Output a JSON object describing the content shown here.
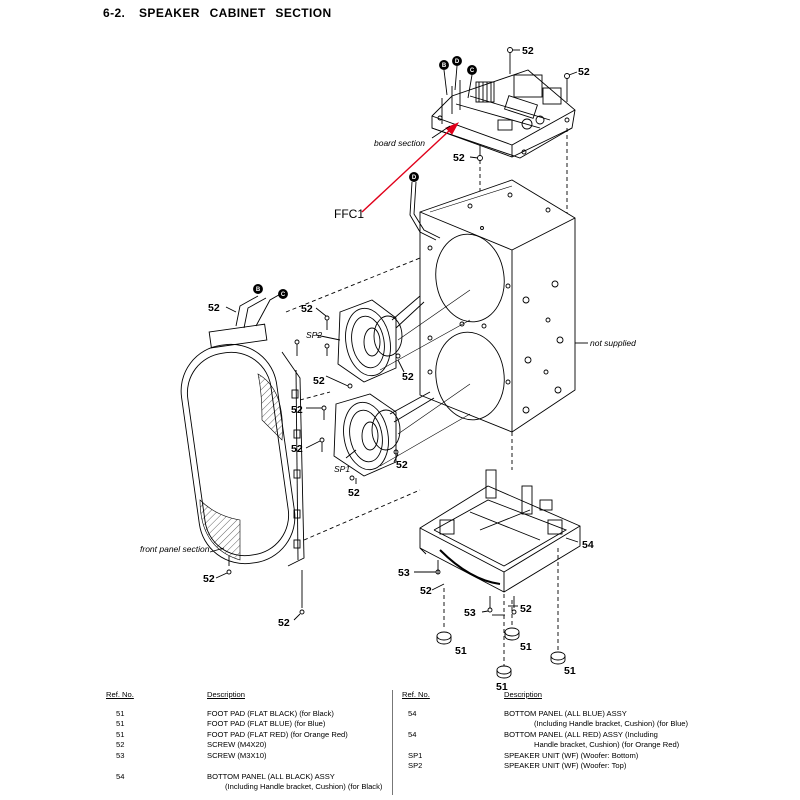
{
  "heading": {
    "number": "6-2.",
    "title": "SPEAKER CABINET SECTION"
  },
  "callouts": {
    "c51": "51",
    "c52": "52",
    "c53": "53",
    "c54": "54",
    "sp1": "SP1",
    "sp2": "SP2",
    "board_section": "board section",
    "front_panel_section": "front panel section",
    "not_supplied": "not supplied",
    "ffc1": "FFC1",
    "b": "B",
    "c": "C",
    "d": "D"
  },
  "table": {
    "headers": {
      "ref": "Ref. No.",
      "desc": "Description"
    },
    "left": [
      {
        "ref": "51",
        "desc": "FOOT PAD (FLAT BLACK) (for Black)"
      },
      {
        "ref": "51",
        "desc": "FOOT PAD (FLAT BLUE) (for Blue)"
      },
      {
        "ref": "51",
        "desc": "FOOT PAD (FLAT RED) (for Orange Red)"
      },
      {
        "ref": "52",
        "desc": "SCREW (M4X20)"
      },
      {
        "ref": "53",
        "desc": "SCREW (M3X10)"
      },
      {
        "ref": "",
        "desc": ""
      },
      {
        "ref": "54",
        "desc": "BOTTOM PANEL (ALL BLACK) ASSY"
      },
      {
        "ref": "",
        "desc": "(Including Handle bracket, Cushion) (for Black)"
      }
    ],
    "right": [
      {
        "ref": "54",
        "desc": "BOTTOM PANEL (ALL BLUE) ASSY"
      },
      {
        "ref": "",
        "desc": "(Including Handle bracket, Cushion) (for Blue)"
      },
      {
        "ref": "54",
        "desc": "BOTTOM PANEL (ALL RED) ASSY (Including"
      },
      {
        "ref": "",
        "desc": "Handle bracket, Cushion) (for Orange Red)"
      },
      {
        "ref": "SP1",
        "desc": "SPEAKER UNIT (WF) (Woofer: Bottom)"
      },
      {
        "ref": "SP2",
        "desc": "SPEAKER UNIT (WF) (Woofer: Top)"
      }
    ]
  },
  "colors": {
    "ink": "#000000",
    "arrow": "#e0001a",
    "paper": "#ffffff"
  }
}
